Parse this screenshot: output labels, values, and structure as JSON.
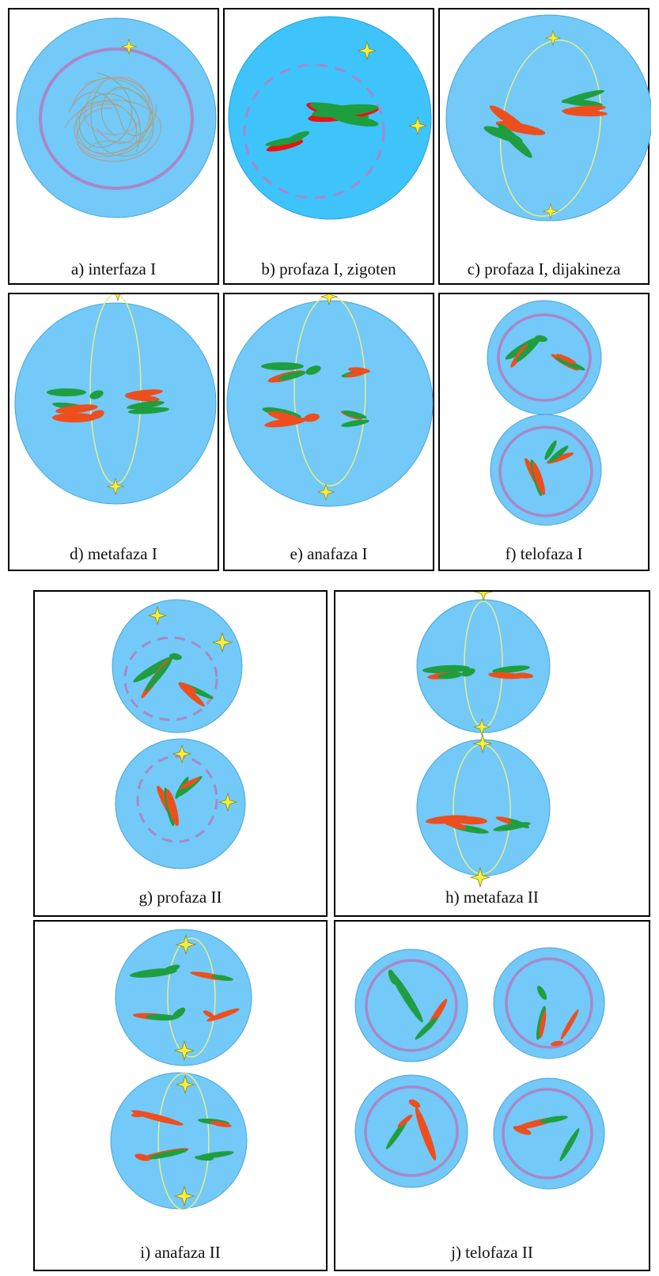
{
  "colors": {
    "cytoplasm": "#73c9f7",
    "cytoplasm_dark": "#3fc3fb",
    "nucleus": "#a987c9",
    "chromosome_green": "#1e9e3f",
    "chromosome_orange": "#ee4e1e",
    "chromosome_red": "#e81414",
    "centrosome": "#f7ef3b",
    "spindle": "#e4ee88"
  },
  "panels": [
    {
      "id": "a",
      "caption": "a) interfaza I"
    },
    {
      "id": "b",
      "caption": "b) profaza I, zigoten"
    },
    {
      "id": "c",
      "caption": "c) profaza I, dijakineza"
    },
    {
      "id": "d",
      "caption": "d) metafaza I"
    },
    {
      "id": "e",
      "caption": "e) anafaza I"
    },
    {
      "id": "f",
      "caption": "f) telofaza I"
    },
    {
      "id": "g",
      "caption": "g) profaza II"
    },
    {
      "id": "h",
      "caption": "h) metafaza II"
    },
    {
      "id": "i",
      "caption": "i) anafaza II"
    },
    {
      "id": "j",
      "caption": "j) telofaza II"
    }
  ]
}
